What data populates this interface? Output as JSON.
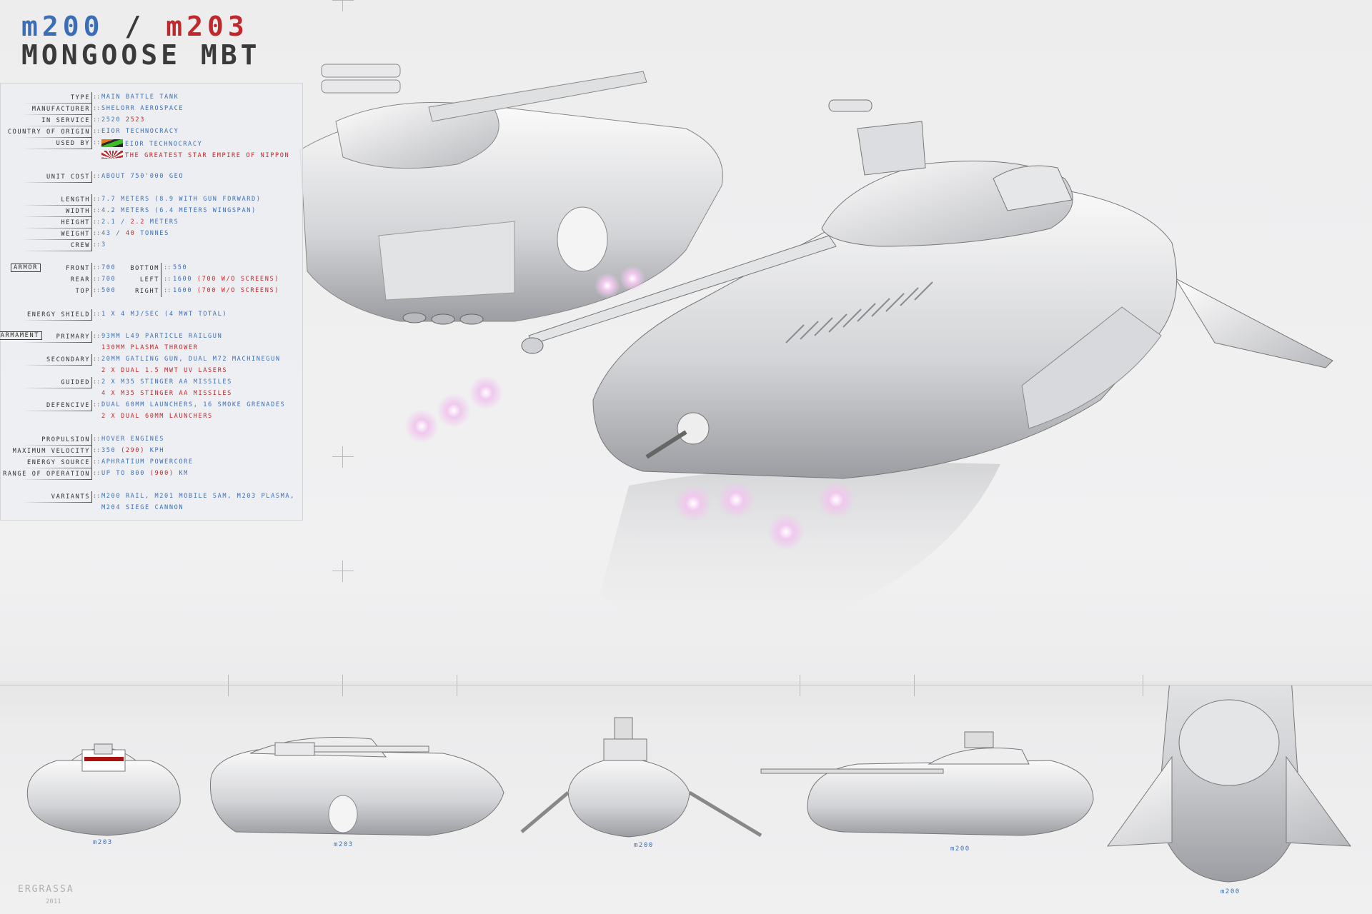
{
  "title": {
    "model_a": "m200",
    "slash": "/",
    "model_b": "m203",
    "name": "MONGOOSE MBT"
  },
  "colors": {
    "m200": "#3a6fb8",
    "m203": "#c0282b",
    "label": "#2e2e2e"
  },
  "specs": [
    {
      "label": "Type",
      "parts": [
        {
          "t": "Main Battle Tank",
          "c": "blue"
        }
      ]
    },
    {
      "label": "Manufacturer",
      "parts": [
        {
          "t": "Shelorr Aerospace",
          "c": "blue"
        }
      ]
    },
    {
      "label": "In Service",
      "parts": [
        {
          "t": "2520 ",
          "c": "blue"
        },
        {
          "t": "2523",
          "c": "red"
        }
      ]
    },
    {
      "label": "Country of Origin",
      "parts": [
        {
          "t": "Eior Technocracy",
          "c": "blue"
        }
      ]
    },
    {
      "label": "Used By",
      "flag": "eior-flag",
      "parts": [
        {
          "t": "Eior Technocracy",
          "c": "blue"
        }
      ]
    },
    {
      "label": "",
      "flag": "nippon-flag",
      "parts": [
        {
          "t": "The Greatest Star Empire of Nippon",
          "c": "red"
        }
      ]
    },
    {
      "label": "Unit Cost",
      "parts": [
        {
          "t": "About 750'000 GEO",
          "c": "blue"
        }
      ]
    },
    {
      "label": "Length",
      "parts": [
        {
          "t": "7.7 meters (8.9 with gun forward)",
          "c": "blue"
        }
      ]
    },
    {
      "label": "Width",
      "parts": [
        {
          "t": "4.2 meters (6.4 meters wingspan)",
          "c": "blue"
        }
      ]
    },
    {
      "label": "Height",
      "parts": [
        {
          "t": "2.1 / ",
          "c": "blue"
        },
        {
          "t": "2.2",
          "c": "red"
        },
        {
          "t": " meters",
          "c": "blue"
        }
      ]
    },
    {
      "label": "Weight",
      "parts": [
        {
          "t": "43 / ",
          "c": "blue"
        },
        {
          "t": "40",
          "c": "red"
        },
        {
          "t": " tonnes",
          "c": "blue"
        }
      ]
    },
    {
      "label": "Crew",
      "parts": [
        {
          "t": "3",
          "c": "blue"
        }
      ]
    },
    {
      "label": "Energy Shield",
      "parts": [
        {
          "t": "1 x 4 MJ/sec (4 MWt total)",
          "c": "blue"
        }
      ]
    },
    {
      "label": "Primary",
      "group": "Armament",
      "parts": [
        {
          "t": "93mm L49 particle railgun",
          "c": "blue"
        }
      ]
    },
    {
      "label": "",
      "parts": [
        {
          "t": "130mm plasma thrower",
          "c": "red"
        }
      ]
    },
    {
      "label": "Secondary",
      "parts": [
        {
          "t": "20mm gatling gun, dual M72 machinegun",
          "c": "blue"
        }
      ]
    },
    {
      "label": "",
      "parts": [
        {
          "t": "2 x dual 1.5 MWt UV lasers",
          "c": "red"
        }
      ]
    },
    {
      "label": "Guided",
      "parts": [
        {
          "t": "2 x M35 Stinger AA missiles",
          "c": "blue"
        }
      ]
    },
    {
      "label": "",
      "parts": [
        {
          "t": "4 x M35 Stinger AA missiles",
          "c": "red"
        }
      ]
    },
    {
      "label": "Defencive",
      "parts": [
        {
          "t": "dual 60mm launchers, 16 smoke grenades",
          "c": "blue"
        }
      ]
    },
    {
      "label": "",
      "parts": [
        {
          "t": "2 x dual 60mm launchers",
          "c": "red"
        }
      ]
    },
    {
      "label": "Propulsion",
      "parts": [
        {
          "t": "Hover engines",
          "c": "blue"
        }
      ]
    },
    {
      "label": "Maximum Velocity",
      "parts": [
        {
          "t": "350 ",
          "c": "blue"
        },
        {
          "t": "(290)",
          "c": "red"
        },
        {
          "t": " kph",
          "c": "blue"
        }
      ]
    },
    {
      "label": "Energy Source",
      "parts": [
        {
          "t": "Aphratium powercore",
          "c": "blue"
        }
      ]
    },
    {
      "label": "Range of Operation",
      "parts": [
        {
          "t": "up to 800 ",
          "c": "blue"
        },
        {
          "t": "(900)",
          "c": "red"
        },
        {
          "t": " km",
          "c": "blue"
        }
      ]
    },
    {
      "label": "Variants",
      "parts": [
        {
          "t": "M200 Rail, M201 Mobile SAM, M203 Plasma,",
          "c": "blue"
        }
      ]
    },
    {
      "label": "",
      "parts": [
        {
          "t": "M204 Siege Cannon",
          "c": "blue"
        }
      ]
    }
  ],
  "armor": {
    "label": "Armor",
    "left": [
      {
        "label": "Front",
        "value": "700"
      },
      {
        "label": "Rear",
        "value": "700"
      },
      {
        "label": "Top",
        "value": "500"
      }
    ],
    "right": [
      {
        "label": "Bottom",
        "parts": [
          {
            "t": "550",
            "c": "blue"
          }
        ]
      },
      {
        "label": "Left",
        "parts": [
          {
            "t": "1600 ",
            "c": "blue"
          },
          {
            "t": "(700 w/o screens)",
            "c": "red"
          }
        ]
      },
      {
        "label": "Right",
        "parts": [
          {
            "t": "1600 ",
            "c": "blue"
          },
          {
            "t": "(700 w/o screens)",
            "c": "red"
          }
        ]
      }
    ]
  },
  "views": [
    "m203",
    "m203",
    "m200",
    "m200",
    "m200"
  ],
  "signature": {
    "name": "ERGRASSA",
    "year": "2011"
  }
}
